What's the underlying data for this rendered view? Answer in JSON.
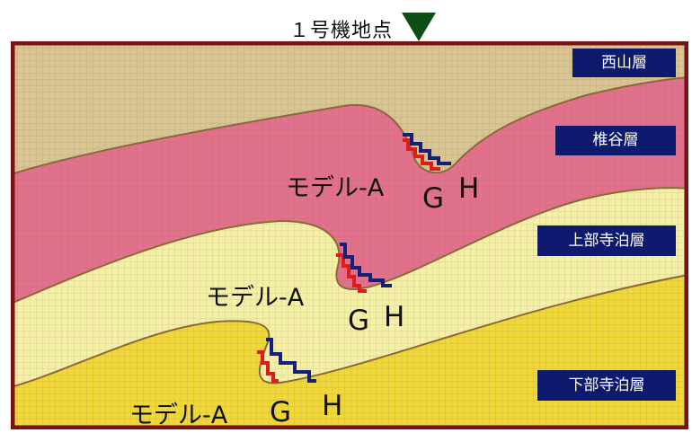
{
  "header": {
    "location_label": "１号機地点",
    "marker_icon": "down-triangle-marker",
    "marker_color": "#0f4d17"
  },
  "layers": [
    {
      "label": "西山層",
      "color": "#d9c494"
    },
    {
      "label": "椎谷層",
      "color": "#e2718d"
    },
    {
      "label": "上部寺泊層",
      "color": "#f5f0a8"
    },
    {
      "label": "下部寺泊層",
      "color": "#f0d73a"
    }
  ],
  "models": [
    {
      "model_label": "モデル-A",
      "g_label": "G",
      "h_label": "H"
    },
    {
      "model_label": "モデル-A",
      "g_label": "G",
      "h_label": "H"
    },
    {
      "model_label": "モデル-A",
      "g_label": "G",
      "h_label": "H"
    }
  ],
  "colors": {
    "frame": "#7a1414",
    "label_bg": "#0d1a6e",
    "model_g_line": "#e01b1b",
    "model_h_line": "#14207a",
    "boundary": "#8a6a3a"
  }
}
